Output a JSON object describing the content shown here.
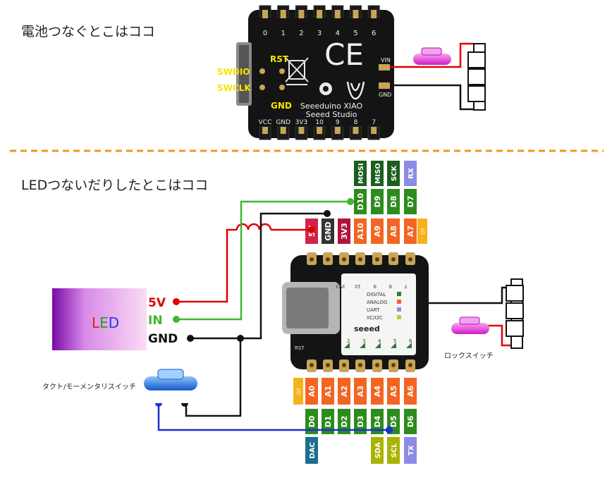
{
  "headings": {
    "battery": "電池つなぐとこはココ",
    "led": "LEDつないだりしたとこはココ"
  },
  "top_board": {
    "pin_numbers_top": [
      "0",
      "1",
      "2",
      "3",
      "4",
      "5",
      "6"
    ],
    "pin_labels_bottom": [
      "VCC",
      "GND",
      "3V3",
      "10",
      "9",
      "8",
      "7"
    ],
    "left_labels": [
      "RST",
      "SWDIO",
      "SWCLK",
      "GND"
    ],
    "right_pads": [
      "VIN",
      "GND"
    ],
    "brand_line1": "Seeeduino XIAO",
    "brand_line2": "Seeed Studio",
    "ce_mark": "CE"
  },
  "bottom_board": {
    "top_function_labels": [
      {
        "text": "MOSI",
        "color": "#1b5e20"
      },
      {
        "text": "MISO",
        "color": "#1b5e20"
      },
      {
        "text": "SCK",
        "color": "#1b5e20"
      },
      {
        "text": "RX",
        "color": "#8c8ce6"
      }
    ],
    "top_digital_labels": [
      "D10",
      "D9",
      "D8",
      "D7"
    ],
    "top_pin_labels": [
      {
        "text": "5V",
        "color": "#d1234a"
      },
      {
        "text": "GND",
        "color": "#333333"
      },
      {
        "text": "3V3",
        "color": "#b0123c"
      },
      {
        "text": "A10",
        "color": "#f26522"
      },
      {
        "text": "A9",
        "color": "#f26522"
      },
      {
        "text": "A8",
        "color": "#f26522"
      },
      {
        "text": "A7",
        "color": "#f26522"
      }
    ],
    "qt_label": "QT",
    "bottom_pin_labels": [
      "A0",
      "A1",
      "A2",
      "A3",
      "A4",
      "A5",
      "A6"
    ],
    "bottom_digital_labels": [
      "D0",
      "D1",
      "D2",
      "D3",
      "D4",
      "D5",
      "D6"
    ],
    "bottom_function_labels": [
      {
        "text": "DAC",
        "color": "#1a6f8c",
        "index": 0
      },
      {
        "text": "SDA",
        "color": "#a8b400",
        "index": 4
      },
      {
        "text": "SCL",
        "color": "#a8b400",
        "index": 5
      },
      {
        "text": "TX",
        "color": "#8c8ce6",
        "index": 6
      }
    ],
    "silk_top_numbers": [
      "3V3",
      "10",
      "9",
      "8",
      "7"
    ],
    "silk_bottom_numbers": [
      "2",
      "3",
      "4",
      "5",
      "6"
    ],
    "legend": [
      {
        "text": "DIGITAL",
        "color": "#2e7d32"
      },
      {
        "text": "ANALOG",
        "color": "#f26522"
      },
      {
        "text": "UART",
        "color": "#8c8ce6"
      },
      {
        "text": "IIC/I2C",
        "color": "#c0ca33"
      }
    ],
    "logo": "seeed",
    "rst_label": "RST"
  },
  "led": {
    "label": "LED",
    "pins": [
      {
        "text": "5V",
        "color": "#e00000"
      },
      {
        "text": "IN",
        "color": "#3cb832"
      },
      {
        "text": "GND",
        "color": "#111111"
      }
    ]
  },
  "tact_switch": {
    "label": "タクト/モーメンタリスイッチ"
  },
  "lock_switch": {
    "label": "ロックスイッチ"
  },
  "colors": {
    "divider": "#f0961e",
    "wire_red": "#e00000",
    "wire_green": "#3cb832",
    "wire_black": "#111111",
    "wire_blue": "#1a2fd6",
    "board_black": "#141414",
    "gold": "#c8a45a",
    "yellow_label": "#f5e400",
    "switch_pink": "#e020d0",
    "switch_blue": "#1e6ee0"
  }
}
